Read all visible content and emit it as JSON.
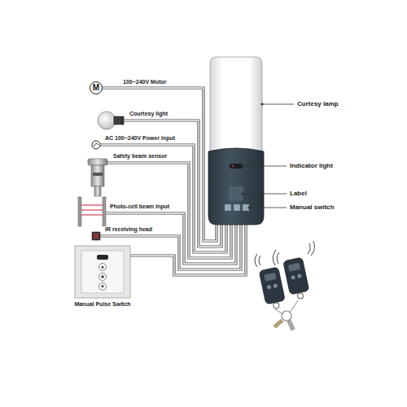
{
  "diagram": {
    "nodes": [
      {
        "text": [
          "M"
        ]
      },
      {
        "text": [
          "Manual Pulse Switch"
        ]
      }
    ],
    "labels": [
      "100~240V Motor",
      "Courtesy light",
      "AC 100~240V Power input",
      "Safety beam sensor",
      "Photo-cell beam input",
      "IR receiving head",
      "Curtesy lamp",
      "Indicator light",
      "Label",
      "Manual switch"
    ]
  }
}
